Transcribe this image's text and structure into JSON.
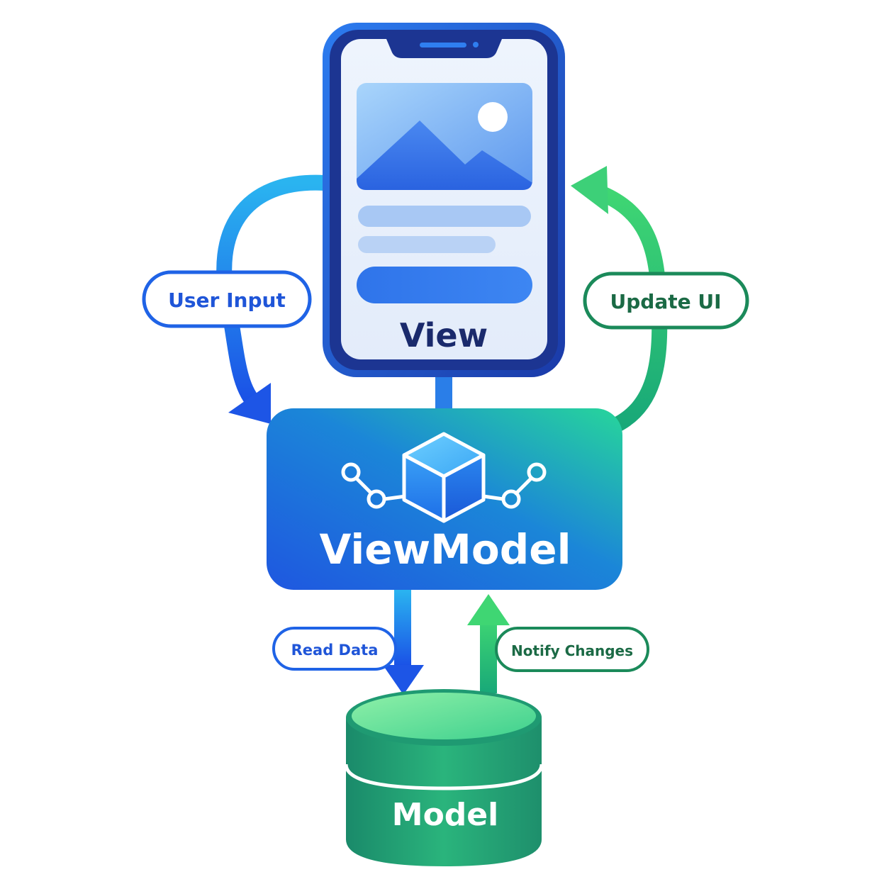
{
  "view": {
    "label": "View"
  },
  "viewmodel": {
    "label": "ViewModel"
  },
  "model": {
    "label": "Model"
  },
  "flows": {
    "user_input": "User Input",
    "update_ui": "Update UI",
    "read_data": "Read Data",
    "notify_changes": "Notify Changes"
  },
  "colors": {
    "blue": "#1f63e6",
    "navy": "#1a2a6c",
    "green": "#2fbf71",
    "dark_green": "#1b7a4f"
  }
}
